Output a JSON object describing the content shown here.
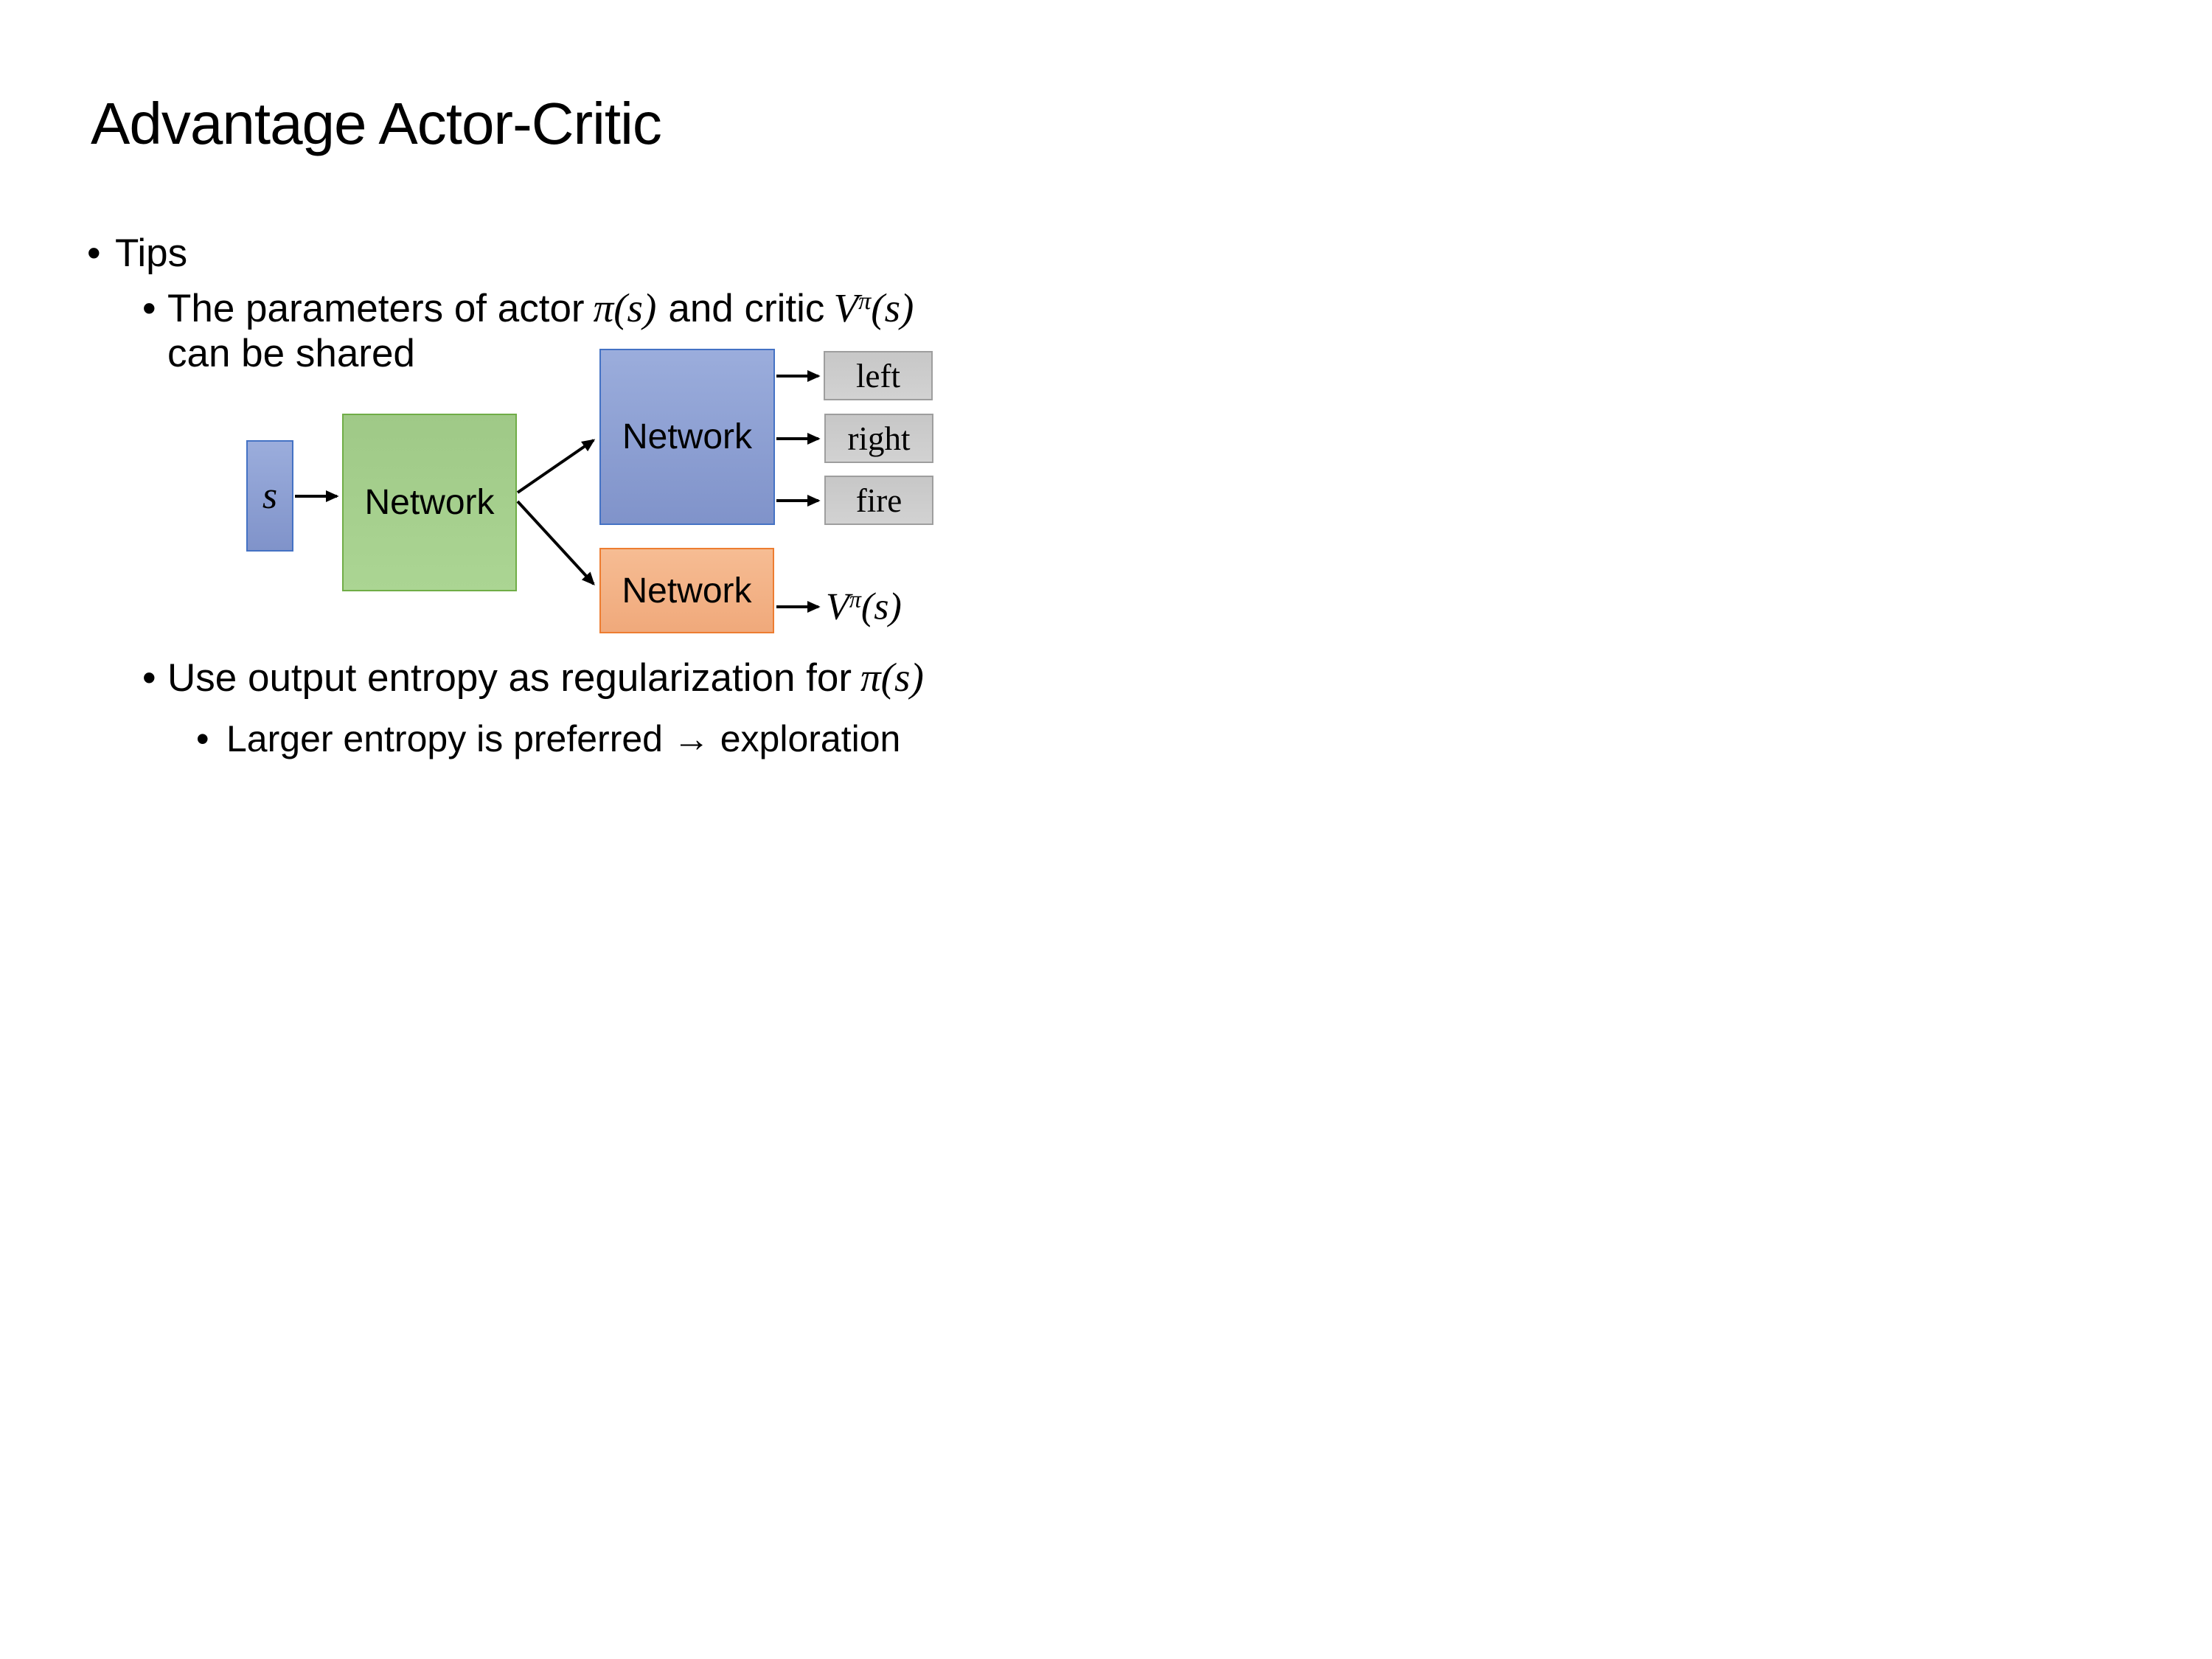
{
  "title": "Advantage Actor-Critic",
  "bullet_char": "•",
  "bullets": {
    "tips": "Tips",
    "param_line": {
      "pre": "The parameters of actor",
      "actor_math": "π(s)",
      "mid": "and critic",
      "critic_base": "V",
      "critic_sup": "π",
      "critic_args": "(s)",
      "line2": "can be shared"
    },
    "entropy_line": {
      "pre": "Use output entropy as regularization for",
      "math": "π(s)"
    },
    "exploration_line": "Larger entropy is preferred → exploration"
  },
  "diagram": {
    "input_label": "s",
    "shared_network": "Network",
    "actor_network": "Network",
    "critic_network": "Network",
    "actions": [
      "left",
      "right",
      "fire"
    ],
    "critic_output": {
      "base": "V",
      "sup": "π",
      "args": "(s)"
    }
  },
  "colors": {
    "blue_fill_top": "#9BADDC",
    "blue_fill_bottom": "#8093CA",
    "blue_border": "#4472C4",
    "green_fill_top": "#9FC987",
    "green_fill_bottom": "#ABD593",
    "green_border": "#70AD47",
    "orange_fill_top": "#F6BC93",
    "orange_fill_bottom": "#F0A97B",
    "orange_border": "#ED7D31",
    "gray_fill_top": "#C7C7C7",
    "gray_fill_bottom": "#D2D2D2",
    "gray_border": "#9E9E9E",
    "arrow": "#000000"
  }
}
